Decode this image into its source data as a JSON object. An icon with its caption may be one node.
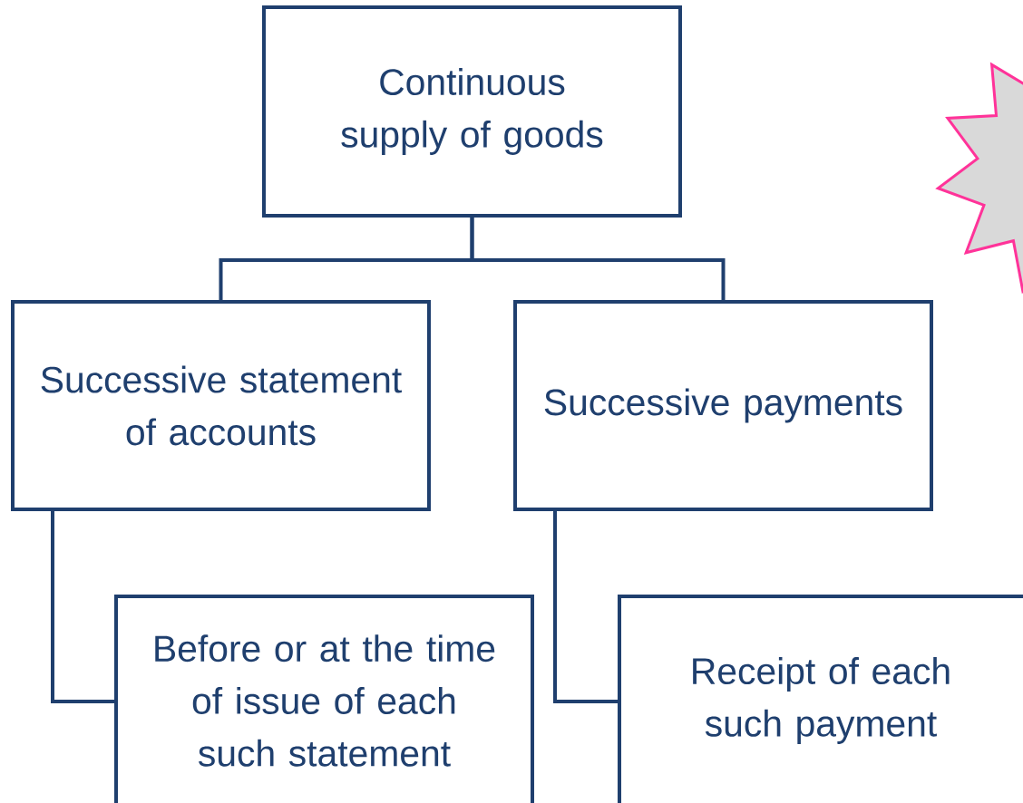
{
  "diagram": {
    "nodes": [
      {
        "text": [
          "Continuous supply of goods"
        ]
      },
      {
        "text": [
          "Successive statement of accounts"
        ]
      },
      {
        "text": [
          "Successive payments"
        ]
      },
      {
        "text": [
          "Before or at the time of issue of each such statement"
        ]
      },
      {
        "text": [
          "Receipt of each such payment"
        ]
      }
    ],
    "edges": [
      {
        "from": 0,
        "to": 1,
        "arrow": "none"
      },
      {
        "from": 0,
        "to": 2,
        "arrow": "none"
      },
      {
        "from": 1,
        "to": 3,
        "arrow": "none"
      },
      {
        "from": 2,
        "to": 4,
        "arrow": "none"
      }
    ]
  }
}
